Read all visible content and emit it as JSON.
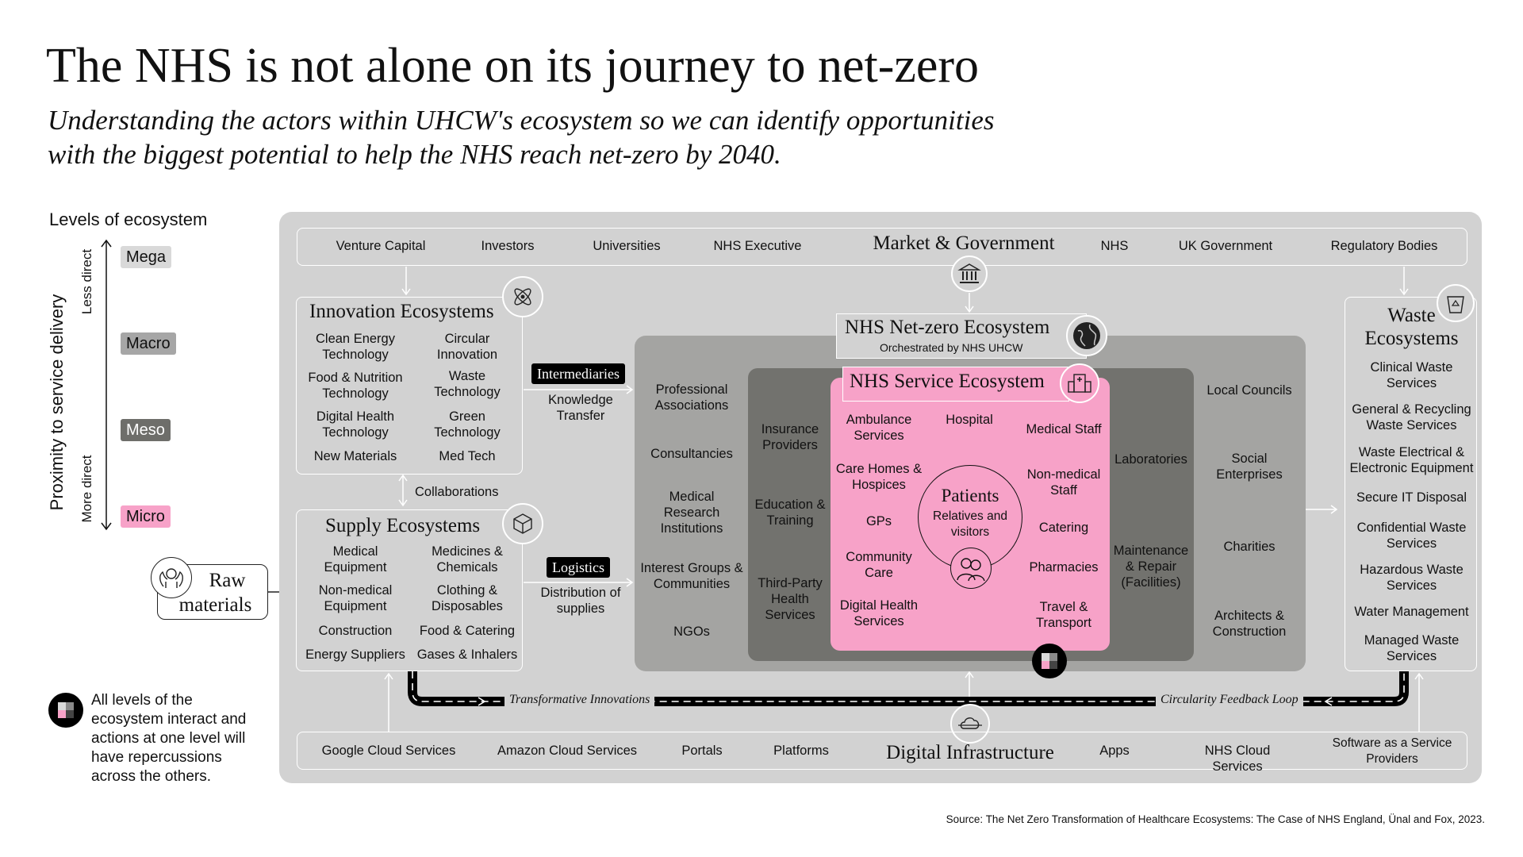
{
  "header": {
    "title": "The NHS is not alone on its journey to net-zero",
    "subtitle_line1": "Understanding the actors within UHCW's ecosystem so we can identify opportunities",
    "subtitle_line2": "with the biggest potential to help the NHS reach net-zero by 2040."
  },
  "levels": {
    "heading": "Levels of ecosystem",
    "axis_label": "Proximity to service delivery",
    "less_direct": "Less direct",
    "more_direct": "More direct",
    "items": [
      {
        "label": "Mega",
        "color": "#d9d9d9"
      },
      {
        "label": "Macro",
        "color": "#a6a6a6"
      },
      {
        "label": "Meso",
        "color": "#6e6e6a"
      },
      {
        "label": "Micro",
        "color": "#f7a2c8"
      }
    ]
  },
  "raw_materials": {
    "line1": "Raw",
    "line2": "materials"
  },
  "legend_note": "All levels of the ecosystem interact and actions at one level will have repercussions across the others.",
  "market": {
    "title": "Market & Government",
    "items_left": [
      "Venture Capital",
      "Investors",
      "Universities",
      "NHS Executive"
    ],
    "items_right": [
      "NHS",
      "UK Government",
      "Regulatory Bodies"
    ]
  },
  "innovation": {
    "title": "Innovation Ecosystems",
    "left": [
      "Clean Energy Technology",
      "Food & Nutrition Technology",
      "Digital Health Technology",
      "New Materials"
    ],
    "right": [
      "Circular Innovation",
      "Waste Technology",
      "Green Technology",
      "Med Tech"
    ]
  },
  "collaborations": "Collaborations",
  "supply": {
    "title": "Supply Ecosystems",
    "left": [
      "Medical Equipment",
      "Non-medical Equipment",
      "Construction",
      "Energy Suppliers"
    ],
    "right": [
      "Medicines & Chemicals",
      "Clothing & Disposables",
      "Food & Catering",
      "Gases & Inhalers"
    ]
  },
  "intermediaries": {
    "tag": "Intermediaries",
    "label": "Knowledge Transfer"
  },
  "logistics": {
    "tag": "Logistics",
    "label": "Distribution of supplies"
  },
  "netzero": {
    "title": "NHS Net-zero Ecosystem",
    "subtitle": "Orchestrated by NHS UHCW",
    "col1": [
      "Professional Associations",
      "Consultancies",
      "Medical Research Institutions",
      "Interest Groups & Communities",
      "NGOs"
    ],
    "col_right": [
      "Local Councils",
      "Social Enterprises",
      "Charities",
      "Architects & Construction"
    ]
  },
  "meso": {
    "left": [
      "Insurance Providers",
      "Education & Training",
      "Third-Party Health Services"
    ],
    "right": [
      "Laboratories",
      "Maintenance & Repair (Facilities)"
    ]
  },
  "service": {
    "title": "NHS Service Ecosystem",
    "left": [
      "Ambulance Services",
      "Care Homes & Hospices",
      "GPs",
      "Community Care",
      "Digital Health Services"
    ],
    "top": "Hospital",
    "right": [
      "Medical Staff",
      "Non-medical Staff",
      "Catering",
      "Pharmacies",
      "Travel & Transport"
    ],
    "patients": "Patients",
    "patients_sub": "Relatives and visitors"
  },
  "waste": {
    "title_line1": "Waste",
    "title_line2": "Ecosystems",
    "items": [
      "Clinical Waste Services",
      "General & Recycling Waste Services",
      "Waste Electrical & Electronic Equipment",
      "Secure IT Disposal",
      "Confidential Waste Services",
      "Hazardous Waste Services",
      "Water Management",
      "Managed Waste Services"
    ]
  },
  "loop": {
    "left_label": "Transformative Innovations",
    "right_label": "Circularity Feedback Loop"
  },
  "digital": {
    "title": "Digital Infrastructure",
    "items_left": [
      "Google Cloud Services",
      "Amazon Cloud Services",
      "Portals",
      "Platforms"
    ],
    "items_right": [
      "Apps",
      "NHS Cloud Services",
      "Software as a Service Providers"
    ]
  },
  "source": "Source: The Net Zero Transformation of Healthcare Ecosystems: The Case of NHS England, Ünal and Fox, 2023.",
  "colors": {
    "mega": "#d2d2d2",
    "macro": "#a4a4a2",
    "meso": "#72726e",
    "micro": "#f7a2c8"
  },
  "icons": [
    "bank-icon",
    "globe-icon",
    "hospital-icon",
    "atom-icon",
    "box-icon",
    "recycle-bin-icon",
    "cloud-network-icon",
    "four-colour-circle-icon",
    "hands-icon",
    "people-icon"
  ]
}
